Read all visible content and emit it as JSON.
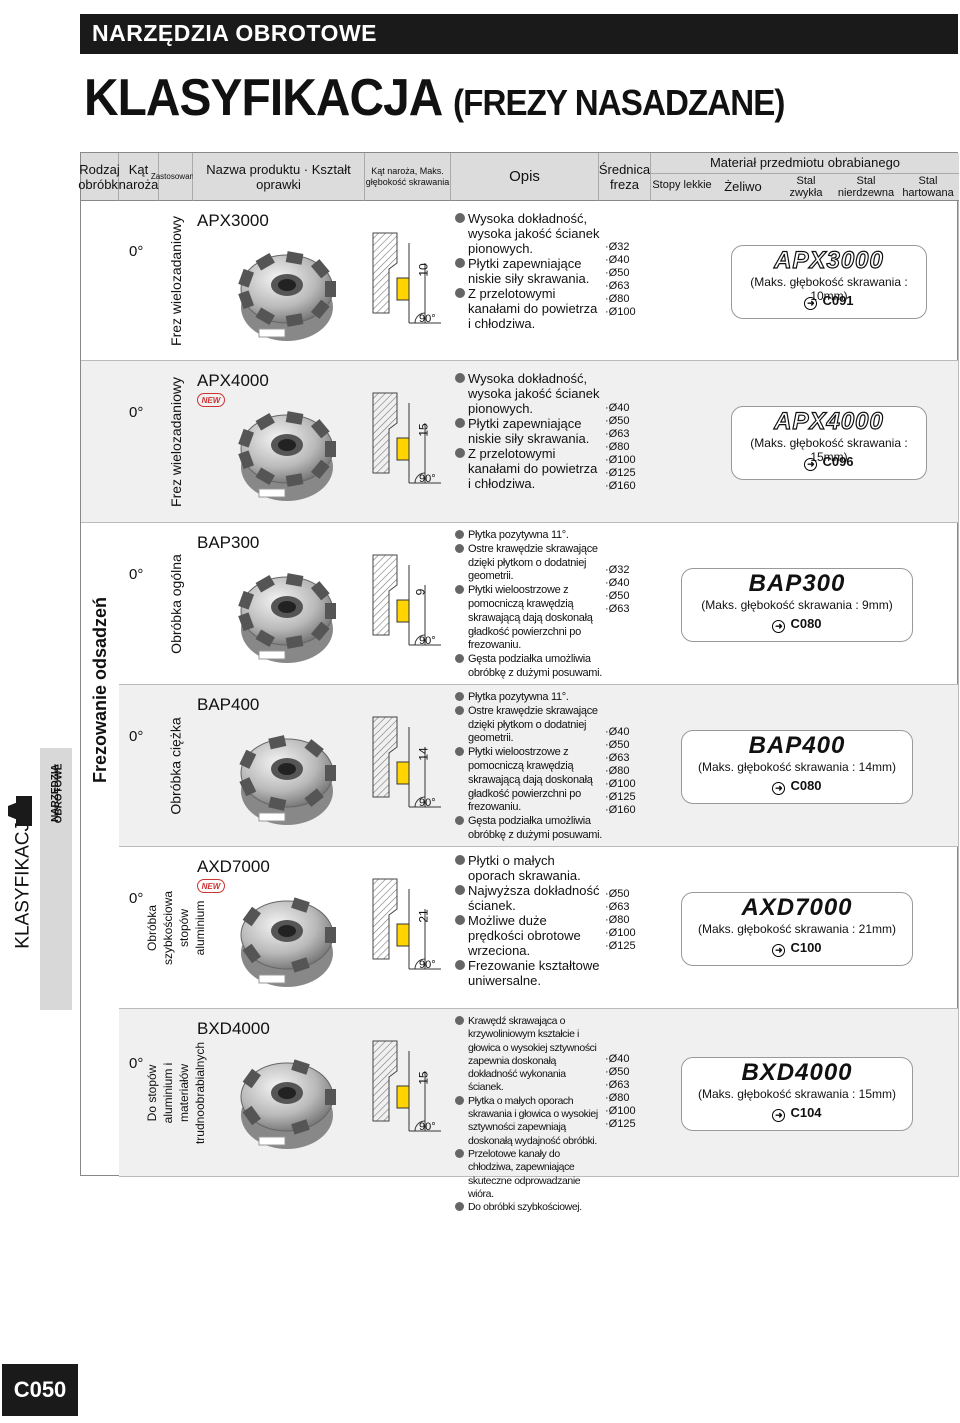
{
  "header": {
    "section": "NARZĘDZIA OBROTOWE",
    "title": "KLASYFIKACJA",
    "title_sub": "(FREZY NASADZANE)"
  },
  "side": {
    "label_big": "KLASYFIKACJA",
    "label_small_1": "NARZĘDZIA",
    "label_small_2": "OBROTOWE"
  },
  "columns": {
    "rodzaj": "Rodzaj obróbki",
    "kat": "Kąt naroża",
    "zastosowanie": "Zastosowanie",
    "nazwa": "Nazwa produktu · Kształt oprawki",
    "katnaroza": "Kąt naroża, Maks. głębokość skrawania",
    "opis": "Opis",
    "srednica": "Średnica freza",
    "material": "Materiał przedmiotu obrabianego",
    "stopy": "Stopy lekkie",
    "zeliwo": "Żeliwo",
    "stal_zwykla": "Stal zwykła",
    "stal_nierdzewna": "Stal nierdzewna",
    "stal_hartowana": "Stal hartowana"
  },
  "group_label": "Frezowanie odsadzeń",
  "rows": [
    {
      "angle": "0°",
      "application": "Frez wielozadaniowy",
      "name": "APX3000",
      "new": "",
      "depth": "10",
      "corner": "90°",
      "desc": [
        "Wysoka dokładność, wysoka jakość ścianek pionowych.",
        "Płytki zapewniające niskie siły skrawania.",
        "Z przelotowymi kanałami do powietrza i chłodziwa."
      ],
      "diameters": [
        "·Ø32",
        "·Ø40",
        "·Ø50",
        "·Ø63",
        "·Ø80",
        "·Ø100"
      ],
      "series": "APX3000",
      "max_depth": "(Maks. głębokość skrawania : 10mm)",
      "ref": "C091"
    },
    {
      "angle": "0°",
      "application": "Frez wielozadaniowy",
      "name": "APX4000",
      "new": "NEW",
      "depth": "15",
      "corner": "90°",
      "desc": [
        "Wysoka dokładność, wysoka jakość ścianek pionowych.",
        "Płytki zapewniające niskie siły skrawania.",
        "Z przelotowymi kanałami do powietrza i chłodziwa."
      ],
      "diameters": [
        "·Ø40",
        "·Ø50",
        "·Ø63",
        "·Ø80",
        "·Ø100",
        "·Ø125",
        "·Ø160"
      ],
      "series": "APX4000",
      "max_depth": "(Maks. głębokość skrawania : 15mm)",
      "ref": "C096"
    },
    {
      "angle": "0°",
      "application": "Obróbka ogólna",
      "name": "BAP300",
      "new": "",
      "depth": "9",
      "corner": "90°",
      "desc": [
        "Płytka pozytywna 11°.",
        "Ostre krawędzie skrawające dzięki płytkom o dodatniej geometrii.",
        "Płytki wieloostrzowe z pomocniczą krawędzią skrawającą dają doskonałą gładkość powierzchni po frezowaniu.",
        "Gęsta podziałka umożliwia obróbkę z dużymi posuwami."
      ],
      "diameters": [
        "·Ø32",
        "·Ø40",
        "·Ø50",
        "·Ø63"
      ],
      "series": "BAP300",
      "max_depth": "(Maks. głębokość skrawania : 9mm)",
      "ref": "C080"
    },
    {
      "angle": "0°",
      "application": "Obróbka ciężka",
      "name": "BAP400",
      "new": "",
      "depth": "14",
      "corner": "90°",
      "desc": [
        "Płytka pozytywna 11°.",
        "Ostre krawędzie skrawające dzięki płytkom o dodatniej geometrii.",
        "Płytki wieloostrzowe z pomocniczą krawędzią skrawającą dają doskonałą gładkość powierzchni po frezowaniu.",
        "Gęsta podziałka umożliwia obróbkę z dużymi posuwami."
      ],
      "diameters": [
        "·Ø40",
        "·Ø50",
        "·Ø63",
        "·Ø80",
        "·Ø100",
        "·Ø125",
        "·Ø160"
      ],
      "series": "BAP400",
      "max_depth": "(Maks. głębokość skrawania : 14mm)",
      "ref": "C080"
    },
    {
      "angle": "0°",
      "application": "Obróbka szybkościowa stopów aluminium",
      "name": "AXD7000",
      "new": "NEW",
      "depth": "21",
      "corner": "90°",
      "desc": [
        "Płytki o małych oporach skrawania.",
        "Najwyższa dokładność ścianek.",
        "Możliwe duże prędkości obrotowe wrzeciona.",
        "Frezowanie kształtowe uniwersalne."
      ],
      "diameters": [
        "·Ø50",
        "·Ø63",
        "·Ø80",
        "·Ø100",
        "·Ø125"
      ],
      "series": "AXD7000",
      "max_depth": "(Maks. głębokość skrawania : 21mm)",
      "ref": "C100"
    },
    {
      "angle": "0°",
      "application": "Do stopów aluminium i materiałów trudnoobrabialnych",
      "name": "BXD4000",
      "new": "",
      "depth": "15",
      "corner": "90°",
      "desc": [
        "Krawędź skrawająca o krzywoliniowym kształcie i głowica o wysokiej sztywności zapewnia doskonałą dokładność wykonania ścianek.",
        "Płytka o małych oporach skrawania i głowica o wysokiej sztywności zapewniają doskonałą wydajność obróbki.",
        "Przelotowe kanały do chłodziwa, zapewniające skuteczne odprowadzanie wióra.",
        "Do obróbki szybkościowej."
      ],
      "diameters": [
        "·Ø40",
        "·Ø50",
        "·Ø63",
        "·Ø80",
        "·Ø100",
        "·Ø125"
      ],
      "series": "BXD4000",
      "max_depth": "(Maks. głębokość skrawania : 15mm)",
      "ref": "C104"
    }
  ],
  "page": "C050"
}
